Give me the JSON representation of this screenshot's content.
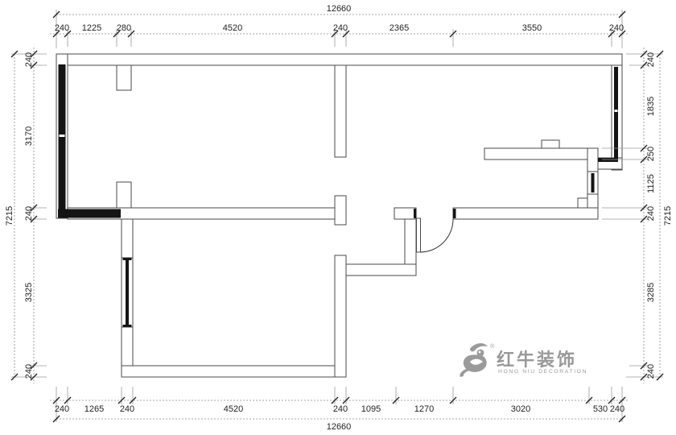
{
  "dims": {
    "top": {
      "total": "12660",
      "segments": [
        "240",
        "1225",
        "280",
        "4520",
        "240",
        "2365",
        "3550",
        "240"
      ]
    },
    "bottom": {
      "total": "12660",
      "segments": [
        "240",
        "1265",
        "240",
        "4520",
        "240",
        "1095",
        "1270",
        "3020",
        "530",
        "240"
      ]
    },
    "left": {
      "total": "7215",
      "segments": [
        "240",
        "3170",
        "240",
        "3325",
        "240"
      ]
    },
    "right": {
      "total": "7215",
      "segments": [
        "240",
        "1835",
        "250",
        "1125",
        "240",
        "3285",
        "240"
      ]
    }
  },
  "logo": {
    "zh": "红牛装饰",
    "en": "HONG NIU DECORATION",
    "registered": "®"
  },
  "colors": {
    "wall_line": "#4a4a4a",
    "shear_wall_fill": "#141414",
    "dim_line": "#8a8a8a",
    "dim_text": "#222222",
    "logo_gray": "#9a9a9a"
  }
}
